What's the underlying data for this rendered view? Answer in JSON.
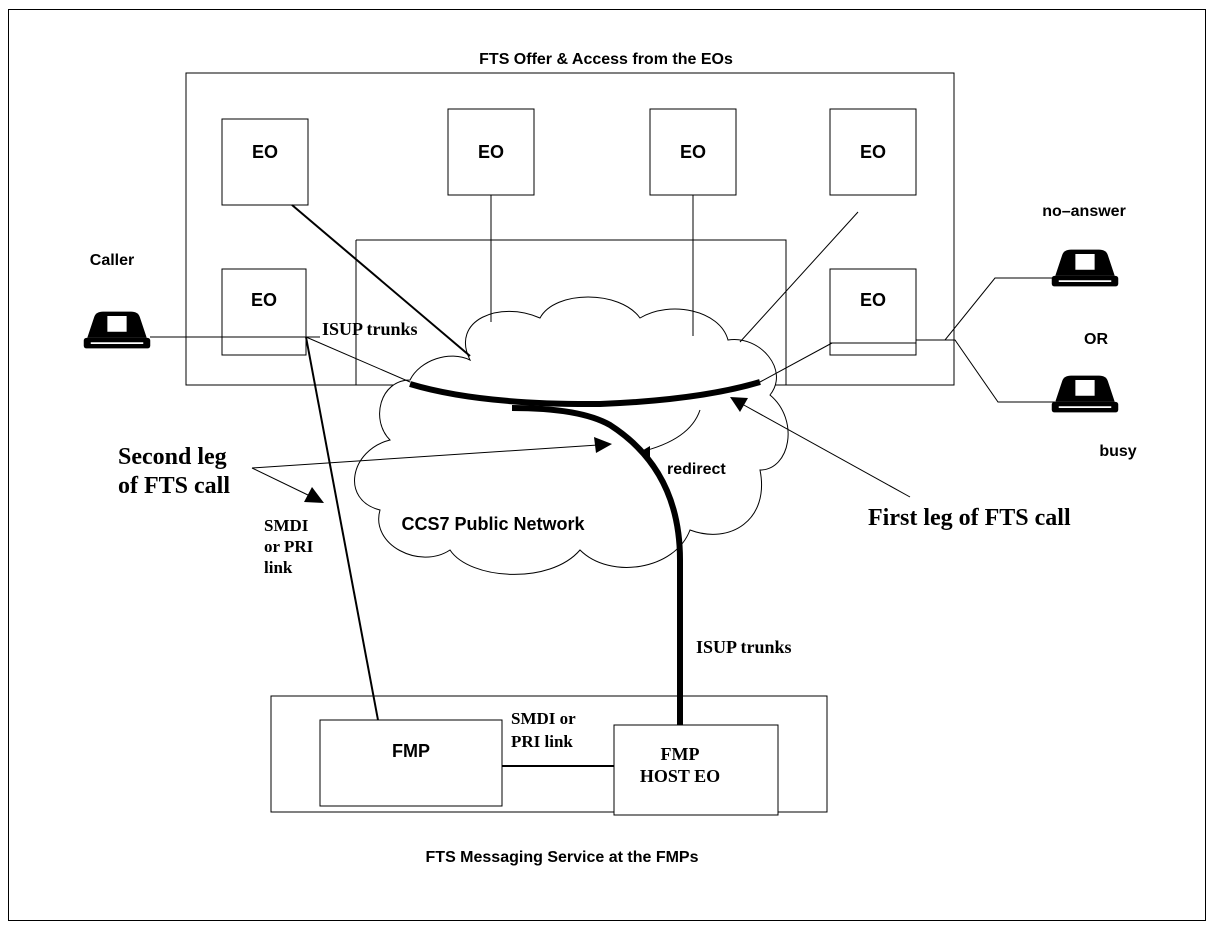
{
  "title_top": "FTS Offer & Access from the EOs",
  "title_bottom": "FTS Messaging Service at the FMPs",
  "eo_label": "EO",
  "eo_boxes": [
    {
      "id": "eo-top-1",
      "label": "EO"
    },
    {
      "id": "eo-top-2",
      "label": "EO"
    },
    {
      "id": "eo-top-3",
      "label": "EO"
    },
    {
      "id": "eo-top-4",
      "label": "EO"
    },
    {
      "id": "eo-caller",
      "label": "EO"
    },
    {
      "id": "eo-callee",
      "label": "EO"
    }
  ],
  "cloud_label": "CCS7 Public Network",
  "caller_label": "Caller",
  "no_answer_label": "no–answer",
  "or_label": "OR",
  "busy_label": "busy",
  "isup_trunks_top": "ISUP trunks",
  "isup_trunks_bottom": "ISUP trunks",
  "redirect_label": "redirect",
  "second_leg_line1": "Second leg",
  "second_leg_line2": "of FTS call",
  "first_leg_label": "First leg of FTS call",
  "smdi_left_lines": [
    "SMDI",
    "or PRI",
    "link"
  ],
  "smdi_mid_lines": [
    "SMDI or",
    "PRI link"
  ],
  "fmp_label": "FMP",
  "fmp_host_lines": [
    "FMP",
    "HOST EO"
  ]
}
